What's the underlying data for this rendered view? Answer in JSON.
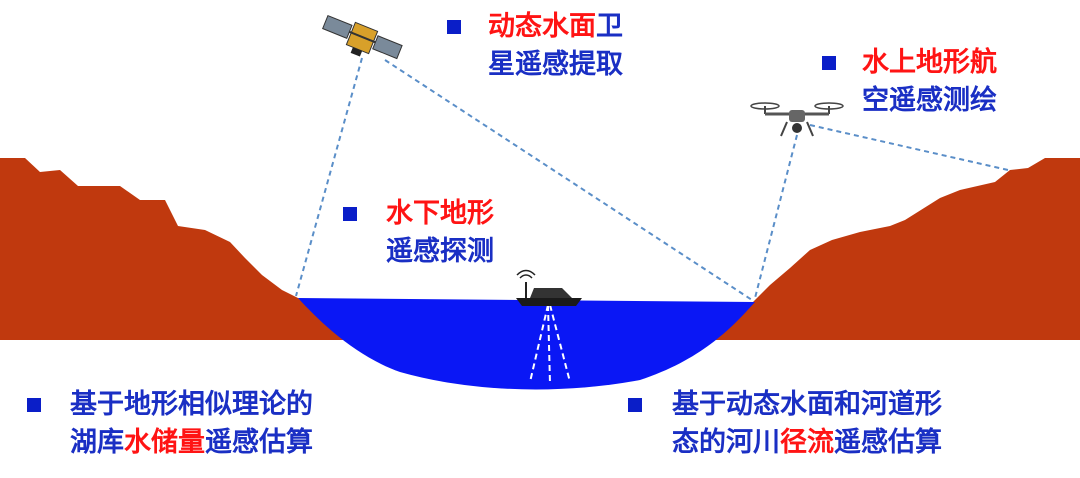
{
  "labels": {
    "satellite": {
      "line1": [
        {
          "text": "动态水面",
          "color": "red"
        },
        {
          "text": "卫",
          "color": "blue"
        }
      ],
      "line2": [
        {
          "text": "星遥感提取",
          "color": "blue"
        }
      ]
    },
    "uav": {
      "line1": [
        {
          "text": "水上地形航",
          "color": "red"
        }
      ],
      "line2": [
        {
          "text": "空遥感测绘",
          "color": "blue"
        }
      ]
    },
    "boat": {
      "line1": [
        {
          "text": "水下地形",
          "color": "red"
        }
      ],
      "line2": [
        {
          "text": "遥感探测",
          "color": "blue"
        }
      ]
    },
    "storage": {
      "line1": [
        {
          "text": "基于地形相似理论的",
          "color": "blue"
        }
      ],
      "line2": [
        {
          "text": "湖库",
          "color": "blue"
        },
        {
          "text": "水储量",
          "color": "red"
        },
        {
          "text": "遥感估算",
          "color": "blue"
        }
      ]
    },
    "runoff": {
      "line1": [
        {
          "text": "基于动态水面和河道形",
          "color": "blue"
        }
      ],
      "line2": [
        {
          "text": "态的河川",
          "color": "blue"
        },
        {
          "text": "径流",
          "color": "red"
        },
        {
          "text": "遥感估算",
          "color": "blue"
        }
      ]
    }
  },
  "colors": {
    "terrain": "#c0390e",
    "water": "#0a17f5",
    "bullet": "#0a1ec8",
    "red_text": "#ff1414",
    "blue_text": "#1a2fc4",
    "dash_line": "#5a8ec8"
  },
  "icons": [
    "satellite-icon",
    "drone-icon",
    "boat-icon",
    "sonar-beam-icon"
  ]
}
